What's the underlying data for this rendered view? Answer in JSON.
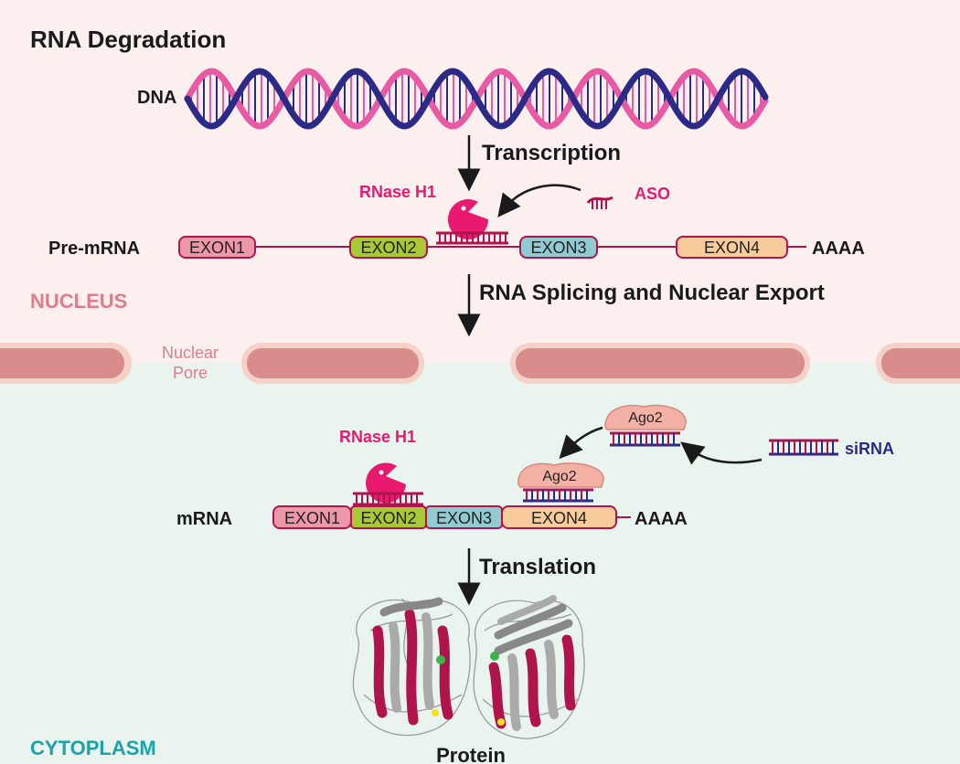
{
  "title": "RNA Degradation",
  "labels": {
    "dna": "DNA",
    "transcription": "Transcription",
    "rnase_top": "RNase H1",
    "aso": "ASO",
    "pre_mrna": "Pre-mRNA",
    "polya": "AAAA",
    "nucleus": "NUCLEUS",
    "splicing": "RNA Splicing and Nuclear Export",
    "nuclear_pore_1": "Nuclear",
    "nuclear_pore_2": "Pore",
    "rnase_bottom": "RNase H1",
    "ago2": "Ago2",
    "sirna": "siRNA",
    "mrna": "mRNA",
    "translation": "Translation",
    "cytoplasm": "CYTOPLASM",
    "protein": "Protein"
  },
  "exons": [
    "EXON1",
    "EXON2",
    "EXON3",
    "EXON4"
  ],
  "colors": {
    "nucleus_bg": "#fcf0ef",
    "cytoplasm_bg": "#eaf4ef",
    "membrane": "#d98c8c",
    "membrane_halo": "#f6d1c8",
    "magenta": "#e8196f",
    "crimson": "#b0144d",
    "navy": "#2b2a86",
    "pink_strand": "#e85aa3",
    "exon1": "#ee97a9",
    "exon2": "#a8c934",
    "exon3": "#91cbd2",
    "exon4": "#f8cc9a",
    "ago2": "#f3b0a4",
    "nucleus_text": "#e07b8a",
    "cytoplasm_text": "#1aa3a8",
    "grey": "#9b9b9b"
  }
}
